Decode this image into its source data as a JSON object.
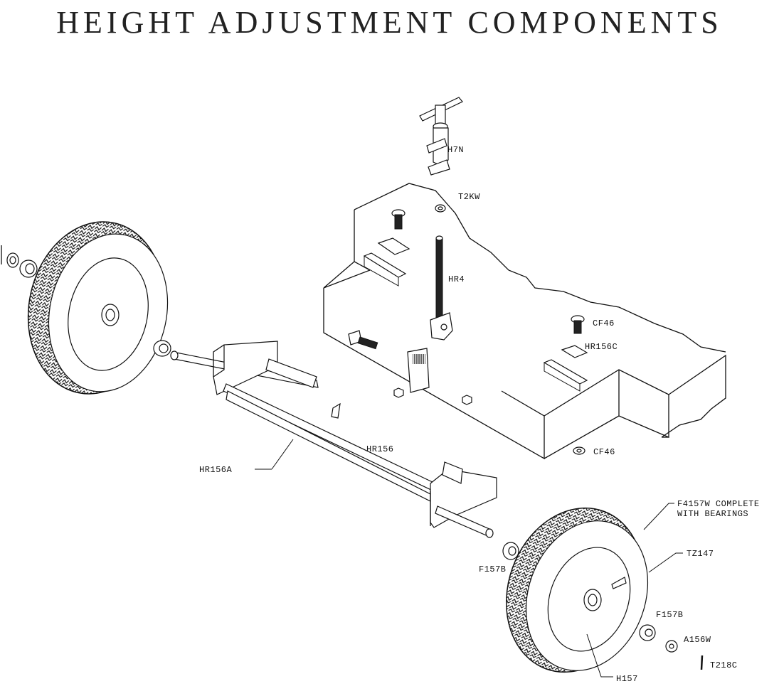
{
  "title": "HEIGHT ADJUSTMENT COMPONENTS",
  "labels": {
    "h7n": "H7N",
    "t2kw": "T2KW",
    "hr4": "HR4",
    "cf46_top": "CF46",
    "hr156c": "HR156C",
    "hr156": "HR156",
    "hr156a": "HR156A",
    "cf46_bottom": "CF46",
    "f4157w_line1": "F4157W COMPLETE",
    "f4157w_line2": "WITH BEARINGS",
    "tz147": "TZ147",
    "f157b_left": "F157B",
    "f157b_right": "F157B",
    "a156w": "A156W",
    "t218c": "T218C",
    "h157": "H157"
  }
}
